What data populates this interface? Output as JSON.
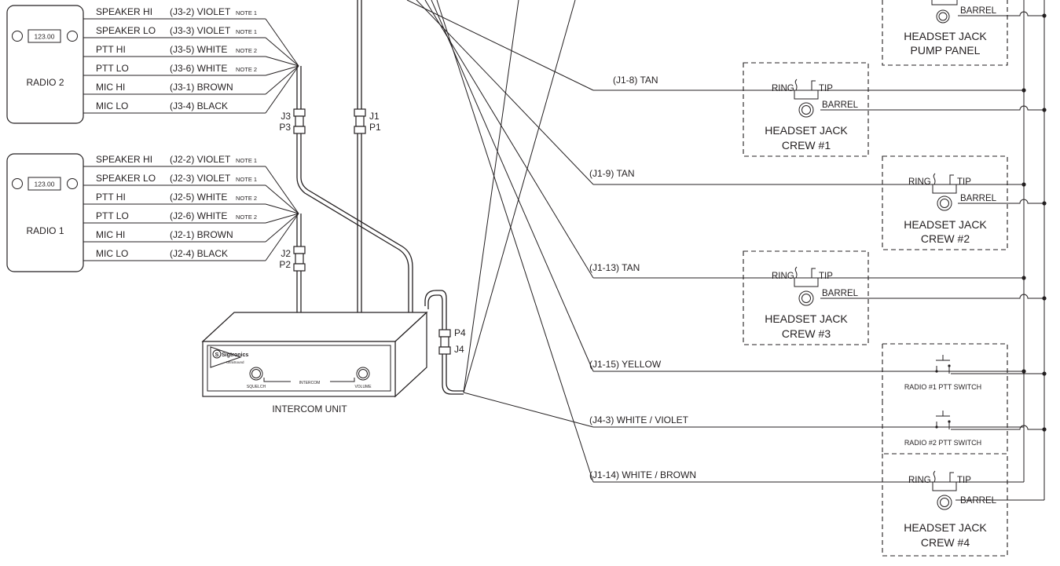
{
  "radios": [
    {
      "name": "RADIO 2",
      "display": "123.00",
      "rows": [
        {
          "signal": "SPEAKER HI",
          "wire": "(J3-2) VIOLET",
          "note": "NOTE 1"
        },
        {
          "signal": "SPEAKER LO",
          "wire": "(J3-3) VIOLET",
          "note": "NOTE 1"
        },
        {
          "signal": "PTT HI",
          "wire": "(J3-5) WHITE",
          "note": "NOTE 2"
        },
        {
          "signal": "PTT LO",
          "wire": "(J3-6) WHITE",
          "note": "NOTE 2"
        },
        {
          "signal": "MIC HI",
          "wire": "(J3-1) BROWN",
          "note": ""
        },
        {
          "signal": "MIC LO",
          "wire": "(J3-4) BLACK",
          "note": ""
        }
      ],
      "connector": {
        "top": "J3",
        "bottom": "P3"
      }
    },
    {
      "name": "RADIO 1",
      "display": "123.00",
      "rows": [
        {
          "signal": "SPEAKER HI",
          "wire": "(J2-2) VIOLET",
          "note": "NOTE 1"
        },
        {
          "signal": "SPEAKER LO",
          "wire": "(J2-3) VIOLET",
          "note": "NOTE 1"
        },
        {
          "signal": "PTT HI",
          "wire": "(J2-5) WHITE",
          "note": "NOTE 2"
        },
        {
          "signal": "PTT LO",
          "wire": "(J2-6) WHITE",
          "note": "NOTE 2"
        },
        {
          "signal": "MIC HI",
          "wire": "(J2-1) BROWN",
          "note": ""
        },
        {
          "signal": "MIC LO",
          "wire": "(J2-4) BLACK",
          "note": ""
        }
      ],
      "connector": {
        "top": "J2",
        "bottom": "P2"
      }
    }
  ],
  "connector_j1": {
    "top": "J1",
    "bottom": "P1"
  },
  "connector_p4": {
    "top": "P4",
    "bottom": "J4"
  },
  "intercom": {
    "label": "INTERCOM UNIT",
    "brand": "Sigtronics",
    "model": "UltraSound",
    "knob_left": "SQUELCH",
    "knob_center": "INTERCOM",
    "knob_right": "VOLUME"
  },
  "wires": [
    {
      "label": "(J1-8) TAN"
    },
    {
      "label": "(J1-9) TAN"
    },
    {
      "label": "(J1-13) TAN"
    },
    {
      "label": "(J1-15) YELLOW"
    },
    {
      "label": "(J4-3) WHITE / VIOLET"
    },
    {
      "label": "(J1-14) WHITE / BROWN"
    }
  ],
  "jack_terms": {
    "ring": "RING",
    "tip": "TIP",
    "barrel": "BARREL"
  },
  "jacks": [
    {
      "line1": "HEADSET JACK",
      "line2": "PUMP PANEL"
    },
    {
      "line1": "HEADSET JACK",
      "line2": "CREW #1"
    },
    {
      "line1": "HEADSET JACK",
      "line2": "CREW #2"
    },
    {
      "line1": "HEADSET JACK",
      "line2": "CREW #3"
    },
    {
      "line1": "HEADSET JACK",
      "line2": "CREW #4"
    }
  ],
  "switches": [
    {
      "label": "RADIO #1 PTT SWITCH"
    },
    {
      "label": "RADIO #2 PTT SWITCH"
    }
  ]
}
